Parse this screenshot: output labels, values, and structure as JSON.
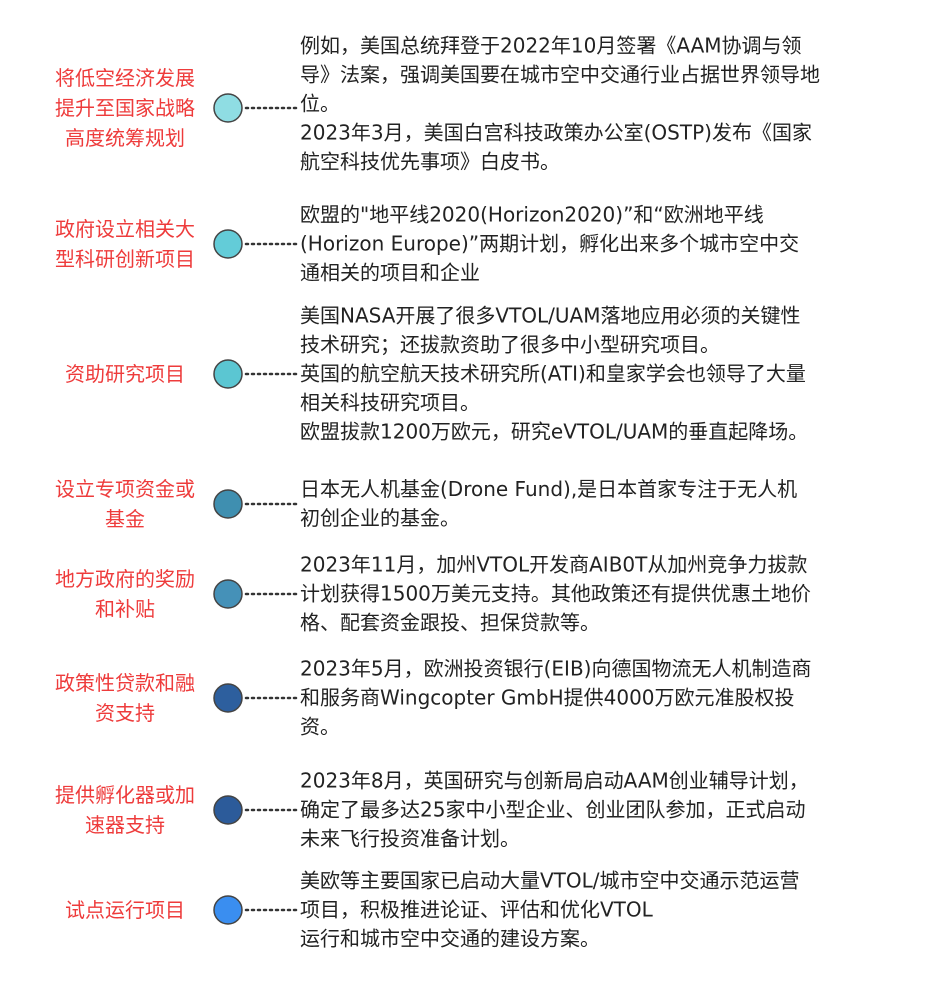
{
  "colors": {
    "label_text": "#ee3b3b",
    "line_top": "#7fd6dc",
    "line_bottom": "#2a5d8f"
  },
  "items": [
    {
      "label": "将低空经济发展\n提升至国家战略\n高度统筹规划",
      "node_color": "#8fdde3",
      "text": "例如，美国总统拜登于2022年10月签署《AAM协调与领\n导》法案，强调美国要在城市空中交通行业占据世界领导地\n位。\n2023年3月，美国白宫科技政策办公室(OSTP)发布《国家\n航空科技优先事项》白皮书。"
    },
    {
      "label": "政府设立相关大\n型科研创新项目",
      "node_color": "#63ccd8",
      "text": "欧盟的\"地平线2020(Horizon2020)”和“欧洲地平线\n(Horizon Europe)”两期计划，孵化出来多个城市空中交\n通相关的项目和企业"
    },
    {
      "label": "资助研究项目",
      "node_color": "#5bc6d2",
      "text": "美国NASA开展了很多VTOL/UAM落地应用必须的关键性\n技术研究；还拔款资助了很多中小型研究项目。\n英国的航空航天技术研究所(ATI)和皇家学会也领导了大量\n相关科技研究项目。\n欧盟拔款1200万欧元，研究eVTOL/UAM的垂直起降场。"
    },
    {
      "label": "设立专项资金或\n基金",
      "node_color": "#3f8fb0",
      "text": "日本无人机基金(Drone Fund),是日本首家专注于无人机\n初创企业的基金。"
    },
    {
      "label": "地方政府的奖励\n和补贴",
      "node_color": "#4591b8",
      "text": "2023年11月，加州VTOL开发商AIB0T从加州竞争力拔款\n计划获得1500万美元支持。其他政策还有提供优惠土地价\n格、配套资金跟投、担保贷款等。"
    },
    {
      "label": "政策性贷款和融\n资支持",
      "node_color": "#2d5f9e",
      "text": "2023年5月，欧洲投资银行(EIB)向德国物流无人机制造商\n和服务商Wingcopter GmbH提供4000万欧元准股权投\n资。"
    },
    {
      "label": "提供孵化器或加\n速器支持",
      "node_color": "#2c5b9a",
      "text": "2023年8月，英国研究与创新局启动AAM创业辅导计划，\n确定了最多达25家中小型企业、创业团队参加，正式启动\n未来飞行投资准备计划。"
    },
    {
      "label": "试点运行项目",
      "node_color": "#3a8ef0",
      "text": "美欧等主要国家已启动大量VTOL/城市空中交通示范运营\n项目，积极推进论证、评估和优化VTOL\n运行和城市空中交通的建设方案。"
    }
  ]
}
